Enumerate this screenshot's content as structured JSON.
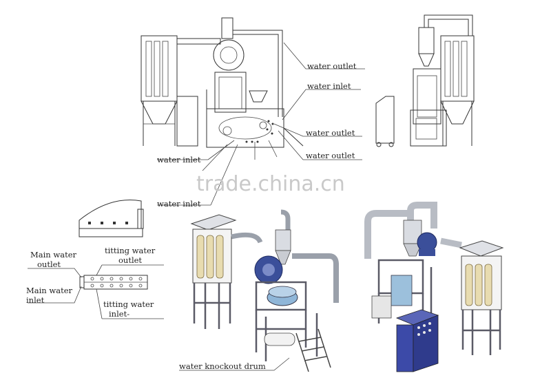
{
  "labels": {
    "water_outlet_1": "water outlet",
    "water_inlet_1": "water inlet",
    "water_outlet_2": "water outlet",
    "water_outlet_3": "water outlet",
    "water_inlet_2": "water inlet",
    "water_inlet_3": "water inlet",
    "main_water_outlet_1": "Main water",
    "main_water_outlet_2": "outlet",
    "main_water_inlet_1": "Main water",
    "main_water_inlet_2": "inlet",
    "titting_water_outlet_1": "titting water",
    "titting_water_outlet_2": "outlet",
    "titting_water_inlet_1": "titting water",
    "titting_water_inlet_2": "inlet-",
    "water_knockout_drum": "water knockout drum"
  },
  "watermark": "trade.china.cn",
  "colors": {
    "line": "#333333",
    "frame_3d": "#5a5a66",
    "motor_blue": "#3b4f9a",
    "filter_cream": "#e8dcb0",
    "pipe_gray": "#b8bcc4",
    "panel_blue": "#3c4aa8"
  }
}
